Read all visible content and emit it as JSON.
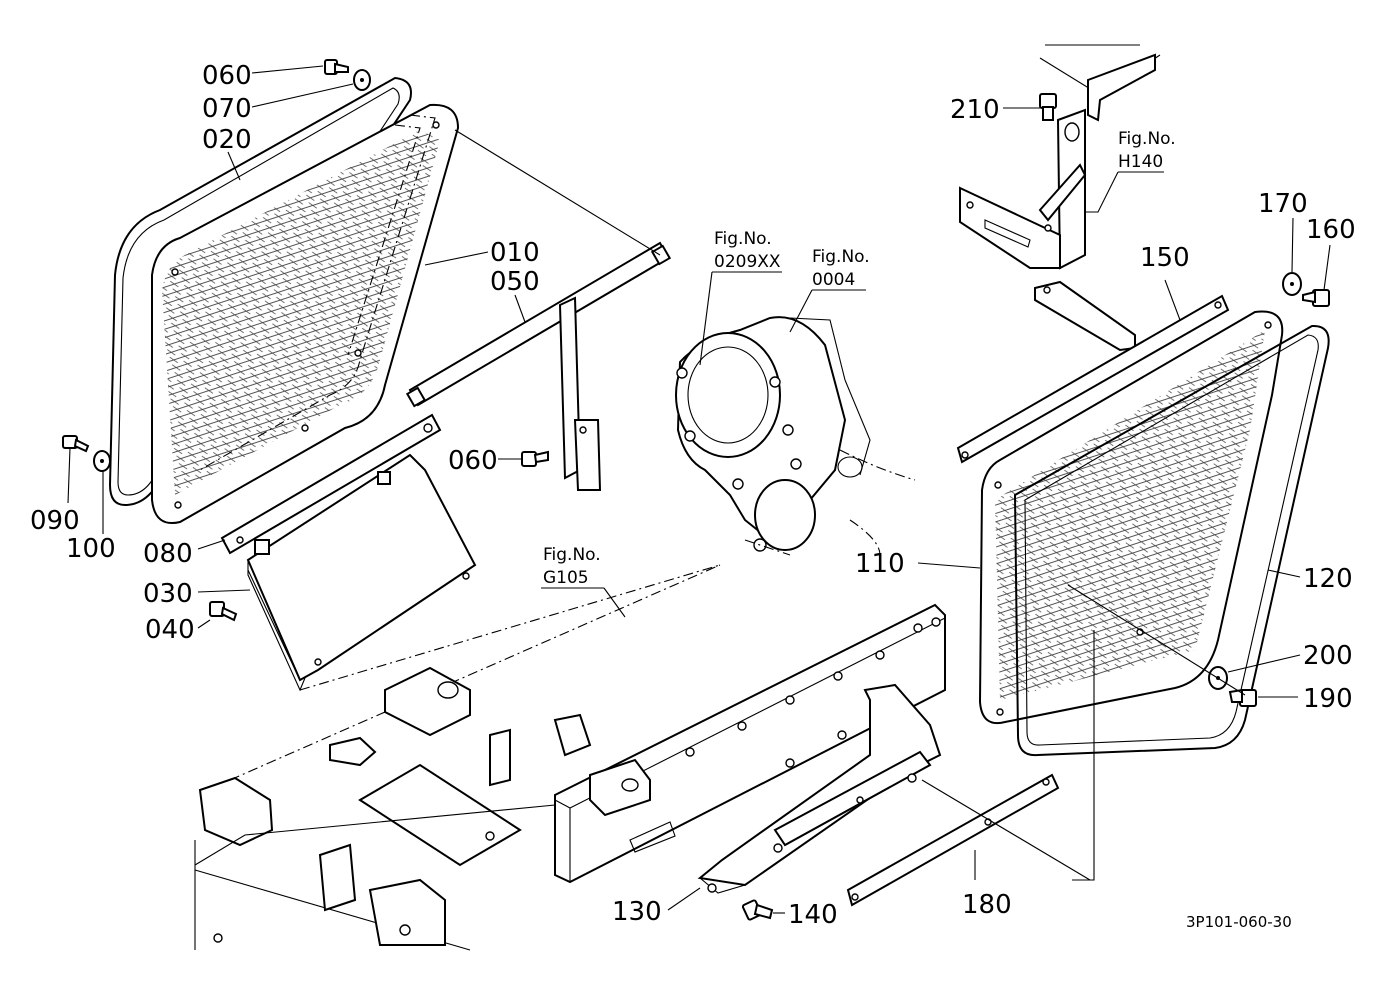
{
  "callouts": {
    "p060a": "060",
    "p070": "070",
    "p020": "020",
    "p010": "010",
    "p050": "050",
    "p060b": "060",
    "p090": "090",
    "p100": "100",
    "p080": "080",
    "p030": "030",
    "p040": "040",
    "p210": "210",
    "p150": "150",
    "p170": "170",
    "p160": "160",
    "p110": "110",
    "p120": "120",
    "p200": "200",
    "p190": "190",
    "p130": "130",
    "p140": "140",
    "p180": "180"
  },
  "figure_refs": {
    "fig_0209xx": {
      "title": "Fig.No.",
      "number": "0209XX"
    },
    "fig_0004": {
      "title": "Fig.No.",
      "number": "0004"
    },
    "fig_h140": {
      "title": "Fig.No.",
      "number": "H140"
    },
    "fig_g105": {
      "title": "Fig.No.",
      "number": "G105"
    }
  },
  "drawing_code": "3P101-060-30"
}
